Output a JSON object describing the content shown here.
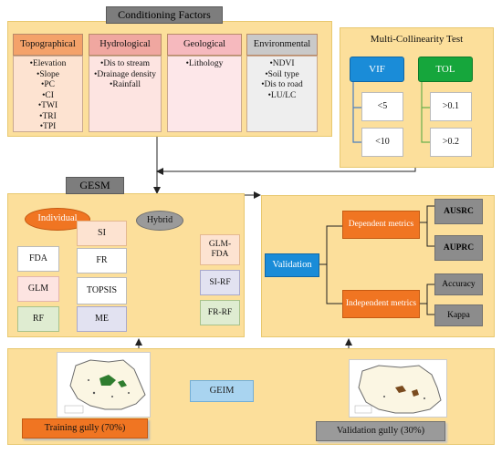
{
  "conditioning": {
    "title": "Conditioning Factors",
    "categories": [
      {
        "name": "Topographical",
        "items": [
          "•Elevation",
          "•Slope",
          "•PC",
          "•CI",
          "•TWI",
          "•TRI",
          "•TPI"
        ],
        "head_bg": "#f4a26a",
        "body_bg": "#fde3d1"
      },
      {
        "name": "Hydrological",
        "items": [
          "•Dis to stream",
          "•Drainage density",
          "•Rainfall"
        ],
        "head_bg": "#f0a7a0",
        "body_bg": "#fde4e1"
      },
      {
        "name": "Geological",
        "items": [
          "•Lithology"
        ],
        "head_bg": "#f6b9be",
        "body_bg": "#fde7e9"
      },
      {
        "name": "Environmental",
        "items": [
          "•NDVI",
          "•Soil type",
          "•Dis to road",
          "•LU/LC"
        ],
        "head_bg": "#c9c9c9",
        "body_bg": "#eeeeee"
      }
    ]
  },
  "multicollinearity": {
    "title": "Multi-Collinearity Test",
    "vif": "VIF",
    "tol": "TOL",
    "vif_values": [
      "<5",
      "<10"
    ],
    "tol_values": [
      ">0.1",
      ">0.2"
    ]
  },
  "gesm": {
    "title": "GESM",
    "individual": "Individual",
    "hybrid": "Hybrid",
    "models": [
      "FDA",
      "SI",
      "FR",
      "GLM",
      "TOPSIS",
      "RF",
      "ME"
    ],
    "hybrid_models": [
      "GLM-FDA",
      "SI-RF",
      "FR-RF"
    ]
  },
  "validation": {
    "label": "Validation",
    "dependent": "Dependent metrics",
    "independent": "Independent metrics",
    "dependent_items": [
      "AUSRC",
      "AUPRC"
    ],
    "independent_items": [
      "Accuracy",
      "Kappa"
    ]
  },
  "geim": {
    "label": "GEIM",
    "training": "Training gully (70%)",
    "validation": "Validation gully (30%)"
  },
  "colors": {
    "panel": "#fcdf9b",
    "blue": "#1a8cd8",
    "green": "#16a63c",
    "orange": "#f07522",
    "line_green": "#6ab04c",
    "line_blue": "#4a7ec0"
  }
}
